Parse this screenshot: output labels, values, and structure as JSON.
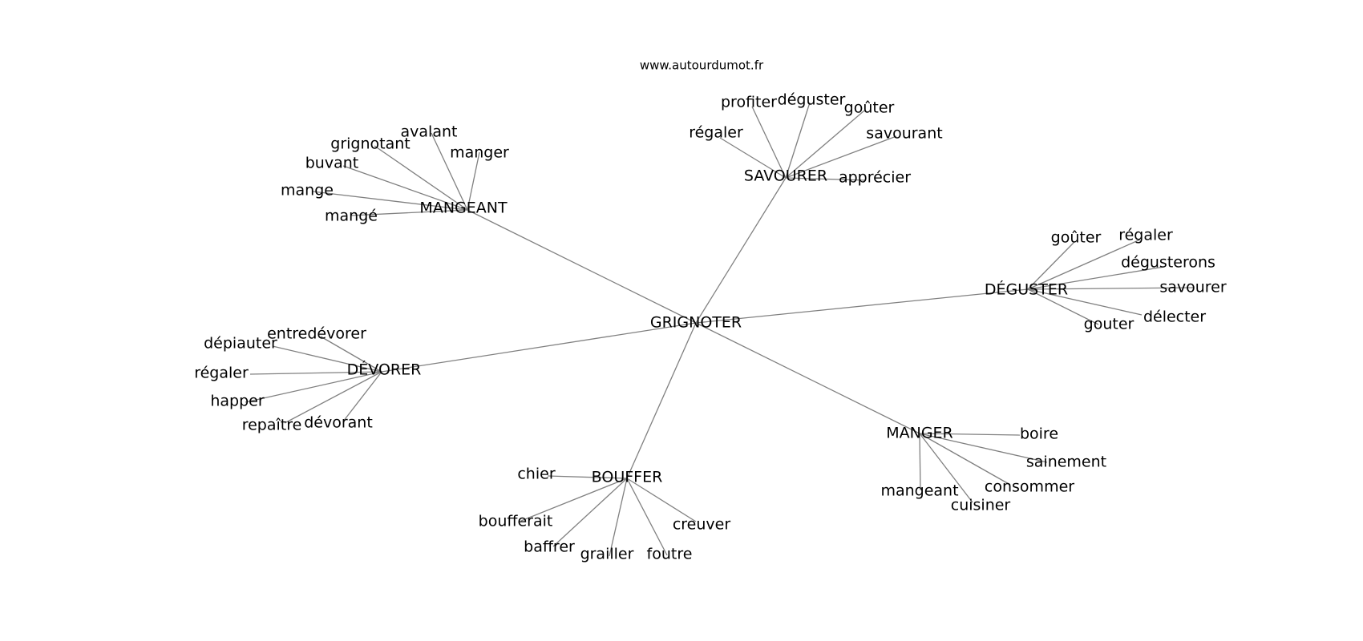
{
  "credit": "www.autourdumot.fr",
  "center": "GRIGNOTER",
  "hubs": [
    {
      "label": "MANGEANT",
      "leaves": [
        "avalant",
        "grignotant",
        "manger",
        "buvant",
        "mange",
        "mangé"
      ]
    },
    {
      "label": "SAVOURER",
      "leaves": [
        "profiter",
        "déguster",
        "goûter",
        "régaler",
        "savourant",
        "apprécier"
      ]
    },
    {
      "label": "DÉGUSTER",
      "leaves": [
        "goûter",
        "régaler",
        "dégusterons",
        "savourer",
        "délecter",
        "gouter"
      ]
    },
    {
      "label": "DÉVORER",
      "leaves": [
        "entredévorer",
        "dépiauter",
        "régaler",
        "happer",
        "repaître",
        "dévorant"
      ]
    },
    {
      "label": "MANGER",
      "leaves": [
        "boire",
        "sainement",
        "consommer",
        "mangeant",
        "cuisiner"
      ]
    },
    {
      "label": "BOUFFER",
      "leaves": [
        "chier",
        "boufferait",
        "creuver",
        "baffrer",
        "grailler",
        "foutre"
      ]
    }
  ]
}
